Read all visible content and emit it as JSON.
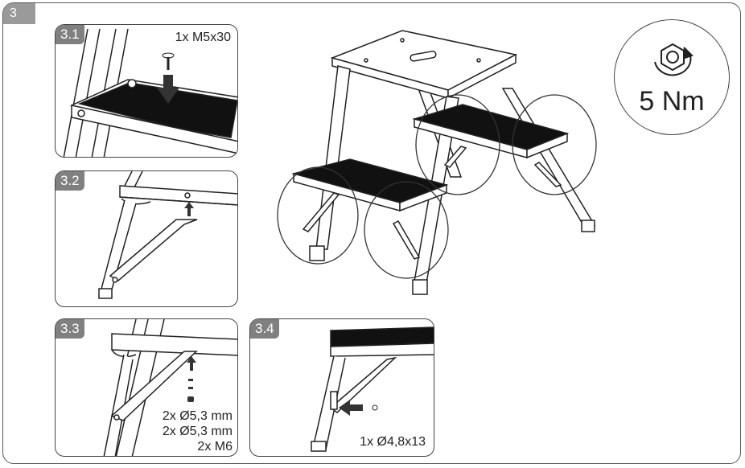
{
  "step": "3",
  "torque": {
    "value": "5 Nm",
    "icon": "torque-nut-icon"
  },
  "panels": [
    {
      "id": "3.1",
      "badge": "3.1",
      "labels": [
        "1x M5x30"
      ]
    },
    {
      "id": "3.2",
      "badge": "3.2",
      "labels": []
    },
    {
      "id": "3.3",
      "badge": "3.3",
      "labels": [
        "2x Ø5,3 mm",
        "2x Ø5,3 mm",
        "2x M6"
      ]
    },
    {
      "id": "3.4",
      "badge": "3.4",
      "labels": [
        "1x Ø4,8x13"
      ]
    }
  ]
}
